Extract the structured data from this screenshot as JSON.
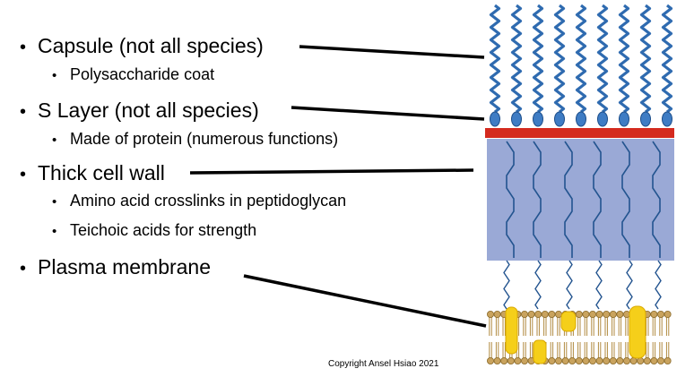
{
  "bullets": [
    {
      "text": "Capsule (not all species)",
      "subs": [
        "Polysaccharide coat"
      ]
    },
    {
      "text": "S Layer (not all species)",
      "subs": [
        "Made of protein (numerous functions)"
      ]
    },
    {
      "text": "Thick cell wall",
      "subs": [
        "Amino acid crosslinks in peptidoglycan",
        "Teichoic acids for strength"
      ]
    },
    {
      "text": "Plasma membrane",
      "subs": []
    }
  ],
  "copyright": "Copyright Ansel Hsiao 2021",
  "colors": {
    "capsule_strand": "#2f6bb0",
    "s_layer_bead": "#3e7cc4",
    "s_layer_band": "#d42a1e",
    "cell_wall": "#9aa9d6",
    "wall_strand": "#23548f",
    "lipid_head": "#c9a35e",
    "lipid_tail": "#b08a40",
    "membrane_protein": "#f5cf1a"
  }
}
